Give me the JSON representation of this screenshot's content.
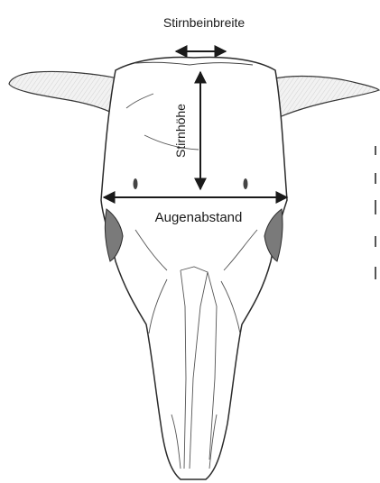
{
  "diagram": {
    "measurements": [
      {
        "id": "stirnbeinbreite",
        "label": "Stirnbeinbreite"
      },
      {
        "id": "stirnhoehe",
        "label": "Stirnhöhe"
      },
      {
        "id": "augenabstand",
        "label": "Augenabstand"
      }
    ]
  }
}
